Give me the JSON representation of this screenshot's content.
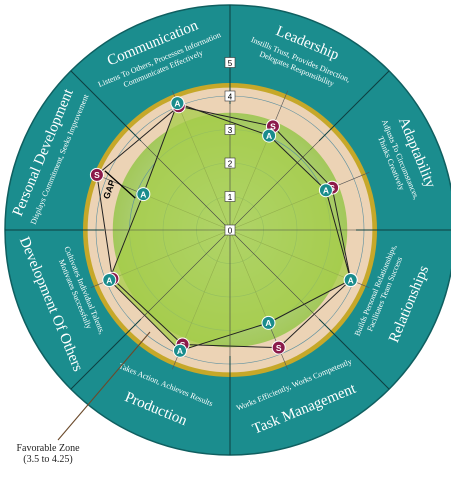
{
  "chart_data": {
    "type": "radar",
    "scale": {
      "min": 0,
      "max": 5,
      "ticks": [
        "0",
        "1",
        "2",
        "3",
        "4",
        "5"
      ]
    },
    "favorable_zone": {
      "label": "Favorable Zone",
      "range_label": "(3.5 to 4.25)",
      "min": 3.5,
      "max": 4.25
    },
    "categories": [
      {
        "name": "Communication",
        "description": [
          "Listens To Others, Processes Information",
          "Communicates Effectively"
        ]
      },
      {
        "name": "Leadership",
        "description": [
          "Instills Trust, Provides Direction,",
          "Delegates Responsibility"
        ]
      },
      {
        "name": "Adaptability",
        "description": [
          "Adjusts To Circumstances,",
          "Thinks Creatively"
        ]
      },
      {
        "name": "Relationships",
        "description": [
          "Builds Personal Relationships,",
          "Facilitates Team Success"
        ]
      },
      {
        "name": "Task Management",
        "description": [
          "Works Efficiently, Works Competently"
        ]
      },
      {
        "name": "Production",
        "description": [
          "Takes Action, Achieves Results"
        ]
      },
      {
        "name": "Development Of Others",
        "description": [
          "Cultivates Individual Talents,",
          "Motivates Successfully"
        ]
      },
      {
        "name": "Personal Development",
        "description": [
          "Displays Commitment, Seeks Improvement"
        ]
      }
    ],
    "series": [
      {
        "marker": "S",
        "color": "#8b1a4a",
        "values": [
          3.35,
          3.3,
          3.9,
          3.8,
          3.7,
          3.8,
          4.3,
          4.0
        ]
      },
      {
        "marker": "A",
        "color": "#1a8c8c",
        "values": [
          3.05,
          3.1,
          3.9,
          3.0,
          3.9,
          3.9,
          2.8,
          4.1
        ]
      }
    ],
    "gap_label": "GAP"
  },
  "colors": {
    "outer_ring": "#1b8d8e",
    "gold_ring": "#c6a829",
    "favorable_zone": "#ecd3b5",
    "inner_green": "#a3c85a",
    "center_glow": "#c9e6c6",
    "grid": "#5b8fa0",
    "value_polygon": "#a7cd4a"
  }
}
